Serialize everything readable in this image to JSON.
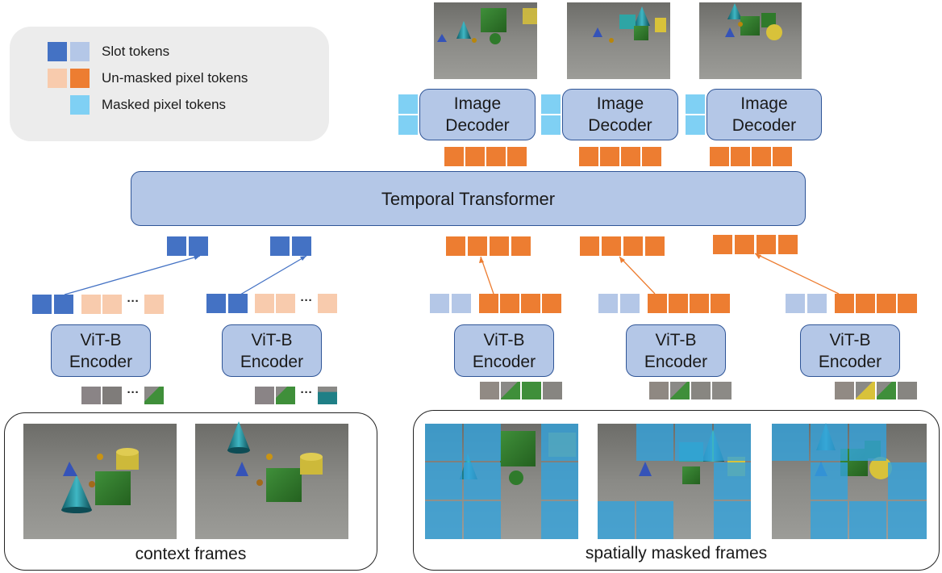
{
  "legend": {
    "slot_tokens": "Slot tokens",
    "unmasked_pixel_tokens": "Un-masked pixel tokens",
    "masked_pixel_tokens": "Masked pixel tokens"
  },
  "decoders": [
    {
      "label_line1": "Image",
      "label_line2": "Decoder"
    },
    {
      "label_line1": "Image",
      "label_line2": "Decoder"
    },
    {
      "label_line1": "Image",
      "label_line2": "Decoder"
    }
  ],
  "temporal_transformer": "Temporal Transformer",
  "encoders": [
    {
      "label_line1": "ViT-B",
      "label_line2": "Encoder"
    },
    {
      "label_line1": "ViT-B",
      "label_line2": "Encoder"
    },
    {
      "label_line1": "ViT-B",
      "label_line2": "Encoder"
    },
    {
      "label_line1": "ViT-B",
      "label_line2": "Encoder"
    },
    {
      "label_line1": "ViT-B",
      "label_line2": "Encoder"
    }
  ],
  "ellipsis": "···",
  "captions": {
    "context": "context frames",
    "masked": "spatially masked frames"
  },
  "colors": {
    "slot_dark": "#4472c4",
    "slot_light": "#b4c7e7",
    "unmasked_token": "#ed7d31",
    "unmasked_token_light": "#f8cbad",
    "masked_token": "#7fd0f4",
    "box_fill": "#b4c7e7",
    "box_border": "#2f5597",
    "mask_overlay": "#33a3dc"
  }
}
